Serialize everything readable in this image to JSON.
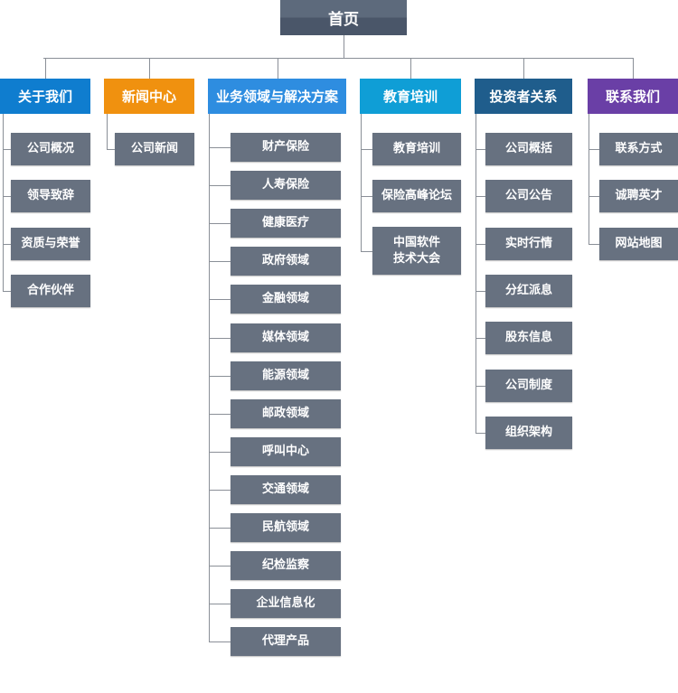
{
  "root": "首页",
  "categories": [
    {
      "label": "关于我们",
      "color": "#0f7dcf",
      "items": [
        "公司概况",
        "领导致辞",
        "资质与荣誉",
        "合作伙伴"
      ]
    },
    {
      "label": "新闻中心",
      "color": "#f0910f",
      "items": [
        "公司新闻"
      ]
    },
    {
      "label": "业务领域与解决方案",
      "color": "#2e8de0",
      "items": [
        "财产保险",
        "人寿保险",
        "健康医疗",
        "政府领域",
        "金融领域",
        "媒体领域",
        "能源领域",
        "邮政领域",
        "呼叫中心",
        "交通领域",
        "民航领域",
        "纪检监察",
        "企业信息化",
        "代理产品"
      ]
    },
    {
      "label": "教育培训",
      "color": "#0f9ed6",
      "items": [
        "教育培训",
        "保险高峰论坛",
        "中国软件\n技术大会"
      ]
    },
    {
      "label": "投资者关系",
      "color": "#1f5d8c",
      "items": [
        "公司概括",
        "公司公告",
        "实时行情",
        "分红派息",
        "股东信息",
        "公司制度",
        "组织架构"
      ]
    },
    {
      "label": "联系我们",
      "color": "#6a3fa6",
      "items": [
        "联系方式",
        "诚聘英才",
        "网站地图"
      ]
    }
  ]
}
